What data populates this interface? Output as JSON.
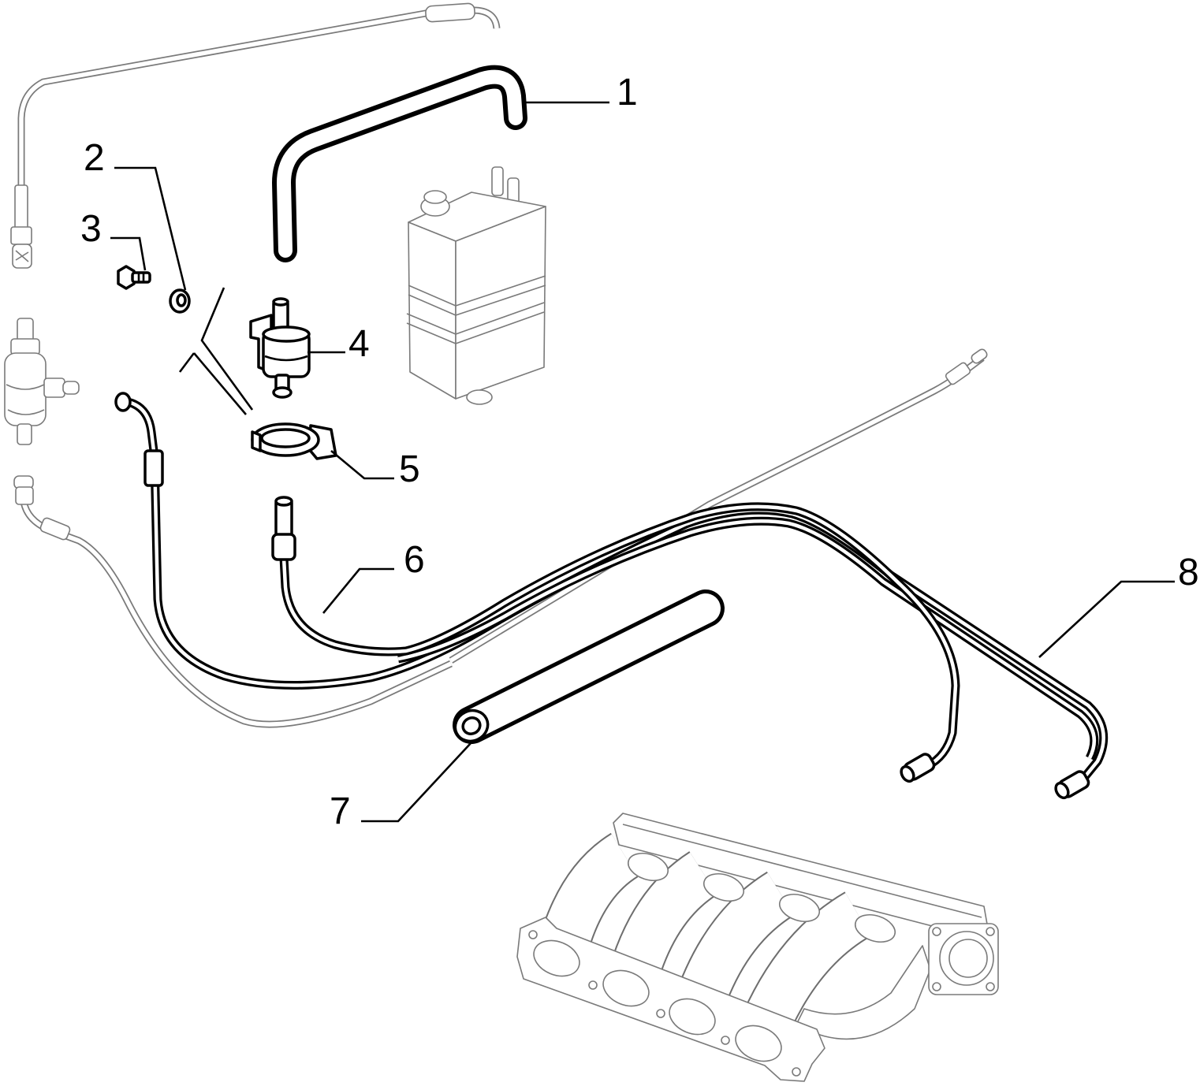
{
  "diagram": {
    "callouts": [
      {
        "label": "1"
      },
      {
        "label": "2"
      },
      {
        "label": "3"
      },
      {
        "label": "4"
      },
      {
        "label": "5"
      },
      {
        "label": "6"
      },
      {
        "label": "7"
      },
      {
        "label": "8"
      }
    ],
    "colors": {
      "line": "#000000",
      "ghost_line": "#7a7a7a",
      "background": "#ffffff"
    }
  }
}
